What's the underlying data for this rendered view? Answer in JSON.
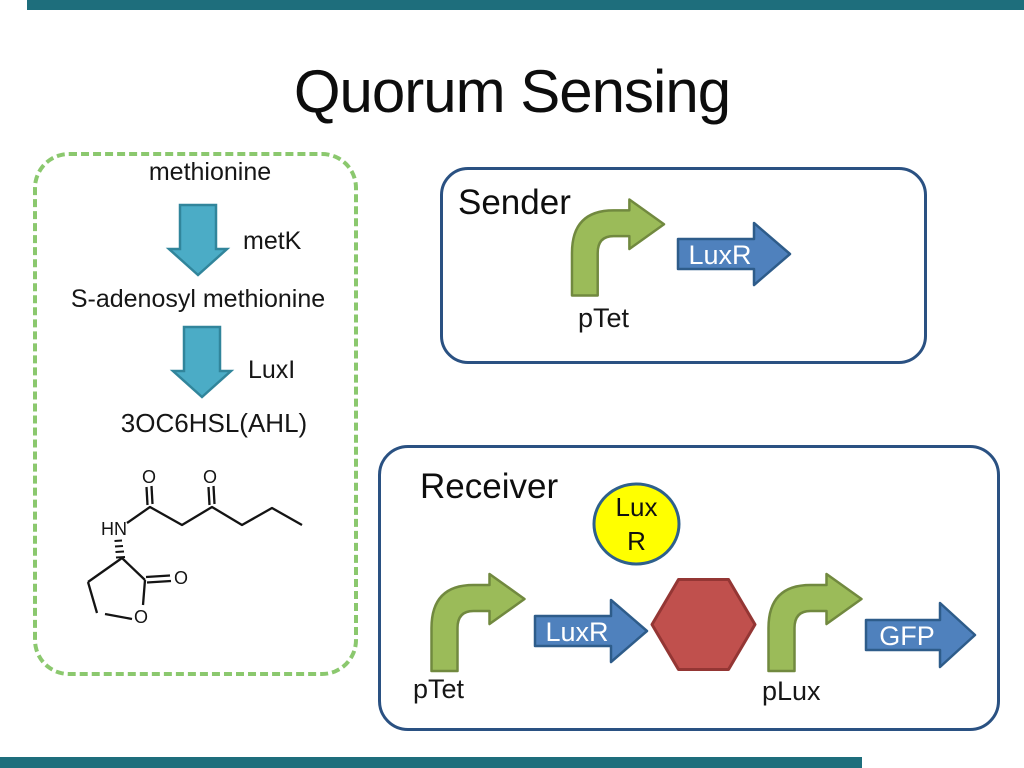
{
  "slide": {
    "title": "Quorum Sensing"
  },
  "pathway": {
    "metabolite_1": "methionine",
    "enzyme_1": "metK",
    "metabolite_2": "S-adenosyl methionine",
    "enzyme_2": "LuxI",
    "product": "3OC6HSL(AHL)",
    "molecule_atoms": {
      "amide": "HN",
      "carbonyl_1": "O",
      "carbonyl_2": "O",
      "lactone_carbonyl": "O",
      "ring_oxygen": "O"
    }
  },
  "sender": {
    "title": "Sender",
    "promoter_label": "pTet",
    "gene_label": "LuxR"
  },
  "receiver": {
    "title": "Receiver",
    "protein_circle": {
      "line1": "Lux",
      "line2": "R"
    },
    "promoter_1_label": "pTet",
    "gene_1_label": "LuxR",
    "promoter_2_label": "pLux",
    "gene_2_label": "GFP"
  },
  "colors": {
    "edge_bar_teal": "#1E6E7C",
    "box_border_blue": "#2A5182",
    "dashed_border_green": "#8BC86E",
    "teal_arrow_fill": "#4BACC6",
    "teal_arrow_stroke": "#31859B",
    "green_arrow_fill": "#9BBB59",
    "green_arrow_stroke": "#71893F",
    "blue_arrow_fill": "#4F81BD",
    "blue_arrow_stroke": "#2E5C8A",
    "hexagon_fill": "#C0504D",
    "hexagon_stroke": "#943634",
    "circle_fill": "#FFFF00",
    "circle_stroke": "#2E608C"
  }
}
